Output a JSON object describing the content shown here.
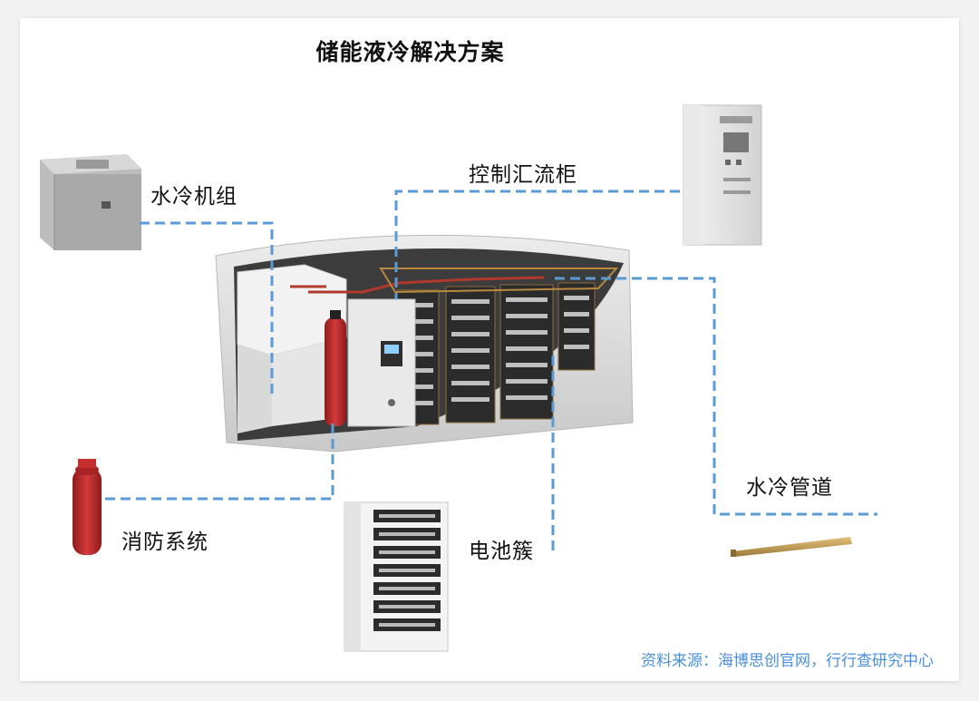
{
  "title": "储能液冷解决方案",
  "labels": {
    "chiller": "水冷机组",
    "control_cabinet": "控制汇流柜",
    "fire_system": "消防系统",
    "battery_cluster": "电池簇",
    "cooling_pipe": "水冷管道"
  },
  "source": "资料来源：海博思创官网，行行查研究中心",
  "colors": {
    "connector": "#5b9bd5",
    "source_text": "#4a90d9",
    "extinguisher": "#c62828"
  }
}
